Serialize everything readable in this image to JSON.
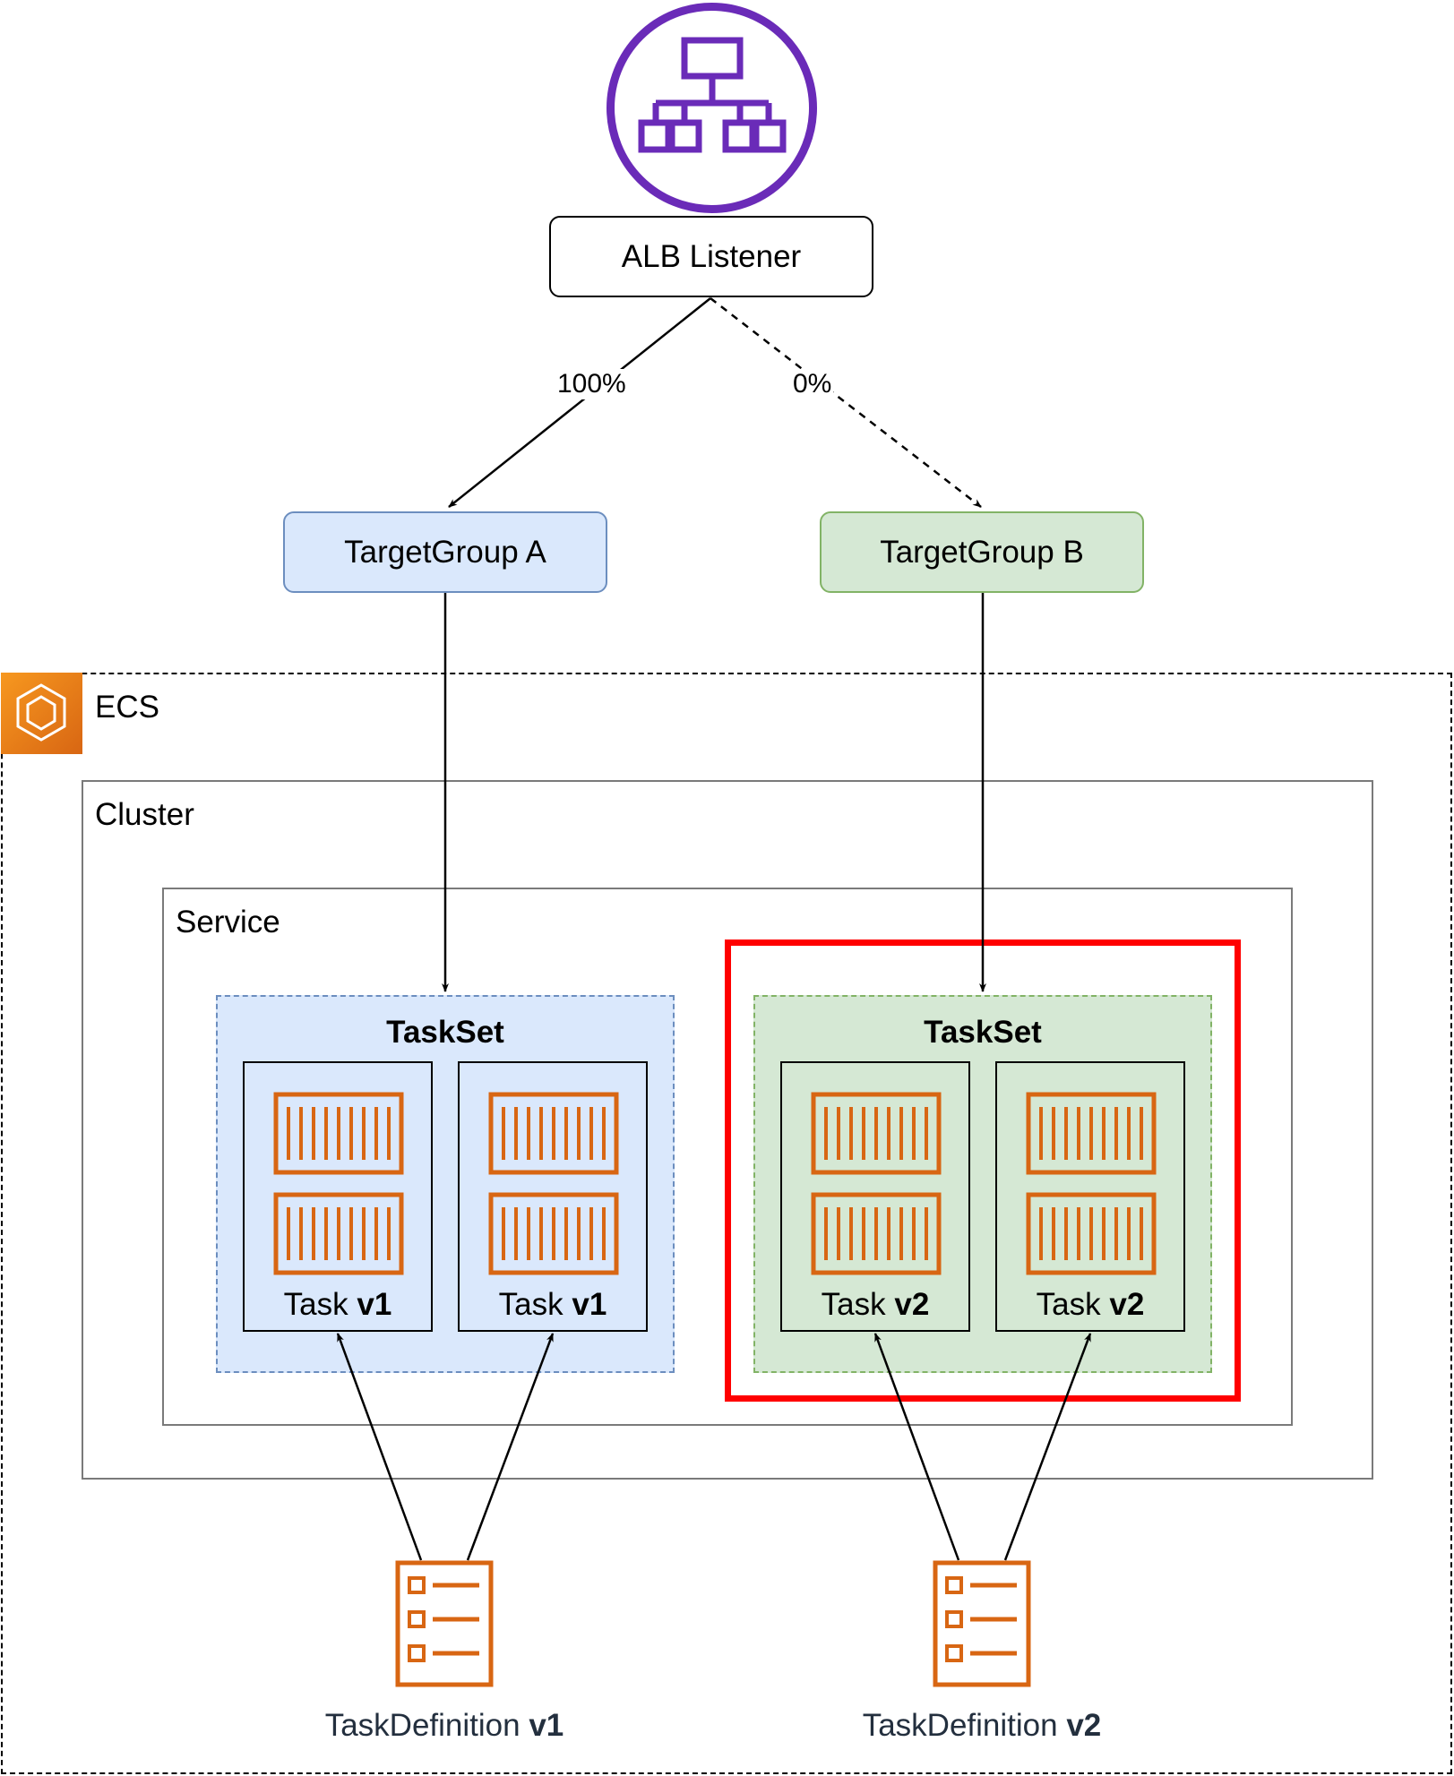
{
  "load_balancer": {
    "icon": "load-balancer-icon",
    "icon_color": "#6a2bb8",
    "listener_label": "ALB Listener"
  },
  "routes": [
    {
      "label": "100%",
      "style": "solid"
    },
    {
      "label": "0%",
      "style": "dashed"
    }
  ],
  "target_groups": [
    {
      "label": "TargetGroup A",
      "fill": "#dae8fc",
      "stroke": "#6c8ebf"
    },
    {
      "label": "TargetGroup B",
      "fill": "#d5e8d4",
      "stroke": "#82b366"
    }
  ],
  "ecs": {
    "label": "ECS",
    "icon": "ecs-icon",
    "cluster_label": "Cluster",
    "service_label": "Service"
  },
  "tasksets": [
    {
      "title": "TaskSet",
      "highlighted": false,
      "tasks": [
        {
          "prefix": "Task ",
          "version": "v1"
        },
        {
          "prefix": "Task ",
          "version": "v1"
        }
      ]
    },
    {
      "title": "TaskSet",
      "highlighted": true,
      "highlight_color": "#ff0000",
      "tasks": [
        {
          "prefix": "Task ",
          "version": "v2"
        },
        {
          "prefix": "Task ",
          "version": "v2"
        }
      ]
    }
  ],
  "task_definitions": [
    {
      "prefix": "TaskDefinition ",
      "version": "v1",
      "icon": "task-definition-icon"
    },
    {
      "prefix": "TaskDefinition ",
      "version": "v2",
      "icon": "task-definition-icon"
    }
  ],
  "container_icon_color": "#d86613"
}
